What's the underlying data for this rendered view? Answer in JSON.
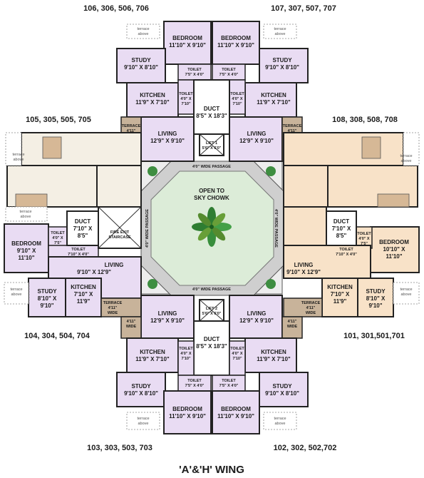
{
  "units": {
    "top_left": "106, 306, 506, 706",
    "top_right": "107, 307, 507, 707",
    "mid_left": "105, 305, 505, 705",
    "mid_right": "108, 308, 508, 708",
    "lower_left": "104, 304, 504, 704",
    "lower_right": "101, 301,501,701",
    "bottom_left": "103, 303, 503, 703",
    "bottom_right": "102, 302, 502,702"
  },
  "title": "'A'&'H' WING",
  "rooms": {
    "bedroom": "BEDROOM",
    "study": "STUDY",
    "kitchen": "KITCHEN",
    "living": "LIVING",
    "duct": "DUCT",
    "toilet": "TOILET",
    "terrace": "TERRACE",
    "lift1": "LIFT 1",
    "lift2": "LIFT 2",
    "wide": "WIDE",
    "terrace_above_1": "terrace",
    "terrace_above_2": "above",
    "fire_exit_1": "FIRE EXIT",
    "fire_exit_2": "STAIRCASE",
    "passage": "4'0\" WIDE PASSAGE",
    "sky_1": "OPEN TO",
    "sky_2": "SKY CHOWK"
  },
  "dims": {
    "bed_top": "11'10\" X 9'10\"",
    "study_top": "9'10\" X 8'10\"",
    "kitchen_top": "11'9\" X 7'10\"",
    "living_top": "12'9\" X 9'10\"",
    "duct_center": "8'5\" X 18'3\"",
    "toilet_small": "7'5\" X 4'0\"",
    "toilet_v1": "4'0\" X",
    "toilet_v2": "7'10\"",
    "terrace_v": "4'11\"",
    "lift": "5'6\" X 6'0\"",
    "left_bed_1": "9'10\" X",
    "left_bed_2": "11'10\"",
    "left_duct_1": "7'10\" X",
    "left_duct_2": "8'5\"",
    "left_toilet_1": "4'0\" X",
    "left_toilet_2": "7'5\"",
    "toilet_h": "7'10\" X 4'0\"",
    "left_living": "9'10\" X 12'9\"",
    "left_study_1": "8'10\" X",
    "left_study_2": "9'10\"",
    "left_kitchen_1": "7'10\" X",
    "left_kitchen_2": "11'9\"",
    "right_bed_1": "10'10\" X",
    "right_bed_2": "11'10\"",
    "right_study_1": "8'10\" X",
    "right_study_2": "9'10\""
  },
  "colors": {
    "lavender": "#e9dcf3",
    "peach": "#f8e2c8",
    "court": "#dcecd8",
    "passage": "#cfcfcf",
    "terrace": "#c8b39a"
  }
}
